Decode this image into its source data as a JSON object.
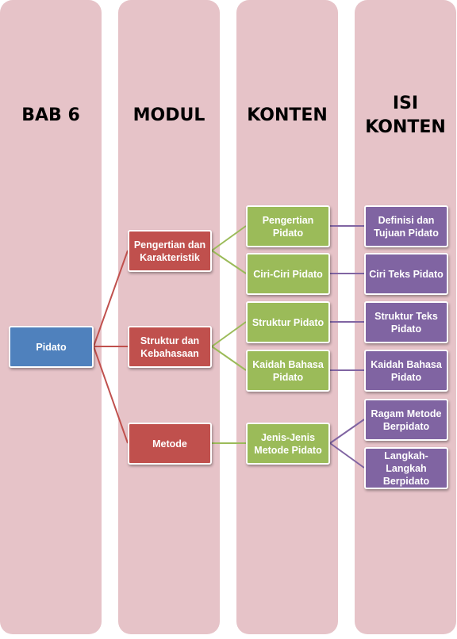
{
  "colors": {
    "column_bg": "#e6c3c8",
    "bab": "#4f81bd",
    "modul": "#c0504d",
    "konten": "#9bbb59",
    "isi": "#8064a2"
  },
  "columns": [
    {
      "title": "BAB 6"
    },
    {
      "title": "MODUL"
    },
    {
      "title": "KONTEN"
    },
    {
      "title": "ISI\nKONTEN"
    }
  ],
  "bab": {
    "label": "Pidato"
  },
  "modul": [
    {
      "label": "Pengertian dan\nKarakteristik"
    },
    {
      "label": "Struktur dan\nKebahasaan"
    },
    {
      "label": "Metode"
    }
  ],
  "konten": [
    {
      "label": "Pengertian\nPidato"
    },
    {
      "label": "Ciri-Ciri Pidato"
    },
    {
      "label": "Struktur Pidato"
    },
    {
      "label": "Kaidah Bahasa\nPidato"
    },
    {
      "label": "Jenis-Jenis\nMetode Pidato"
    }
  ],
  "isi": [
    {
      "label": "Definisi dan\nTujuan Pidato"
    },
    {
      "label": "Ciri Teks Pidato"
    },
    {
      "label": "Struktur Teks\nPidato"
    },
    {
      "label": "Kaidah Bahasa\nPidato"
    },
    {
      "label": "Ragam Metode\nBerpidato"
    },
    {
      "label": "Langkah-\nLangkah\nBerpidato"
    }
  ]
}
